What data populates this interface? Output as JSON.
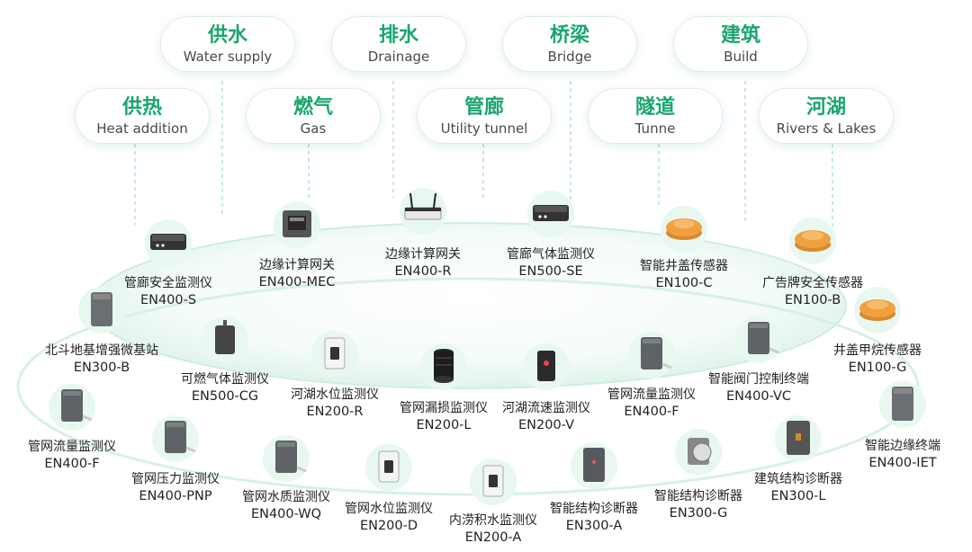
{
  "top_categories": [
    {
      "zh": "供水",
      "en": "Water supply"
    },
    {
      "zh": "排水",
      "en": "Drainage"
    },
    {
      "zh": "桥梁",
      "en": "Bridge"
    },
    {
      "zh": "建筑",
      "en": "Build"
    }
  ],
  "mid_categories": [
    {
      "zh": "供热",
      "en": "Heat addition"
    },
    {
      "zh": "燃气",
      "en": "Gas"
    },
    {
      "zh": "管廊",
      "en": "Utility tunnel"
    },
    {
      "zh": "隧道",
      "en": "Tunne"
    },
    {
      "zh": "河湖",
      "en": "Rivers & Lakes"
    }
  ],
  "devices": [
    {
      "name": "管廊安全监测仪",
      "model": "EN400-S",
      "icon": "gateway-box-icon"
    },
    {
      "name": "边缘计算网关",
      "model": "EN400-MEC",
      "icon": "gateway-cube-icon"
    },
    {
      "name": "边缘计算网关",
      "model": "EN400-R",
      "icon": "router-icon"
    },
    {
      "name": "管廊气体监测仪",
      "model": "EN500-SE",
      "icon": "gateway-box-icon"
    },
    {
      "name": "智能井盖传感器",
      "model": "EN100-C",
      "icon": "manhole-sensor-icon"
    },
    {
      "name": "广告牌安全传感器",
      "model": "EN100-B",
      "icon": "manhole-sensor-icon"
    },
    {
      "name": "北斗地基增强微基站",
      "model": "EN300-B",
      "icon": "station-icon"
    },
    {
      "name": "井盖甲烷传感器",
      "model": "EN100-G",
      "icon": "manhole-sensor-icon"
    },
    {
      "name": "可燃气体监测仪",
      "model": "EN500-CG",
      "icon": "gas-detector-icon"
    },
    {
      "name": "河湖水位监测仪",
      "model": "EN200-R",
      "icon": "water-level-icon"
    },
    {
      "name": "管网漏损监测仪",
      "model": "EN200-L",
      "icon": "leak-monitor-icon"
    },
    {
      "name": "河湖流速监测仪",
      "model": "EN200-V",
      "icon": "flow-velocity-icon"
    },
    {
      "name": "管网流量监测仪",
      "model": "EN400-F",
      "icon": "flow-meter-icon"
    },
    {
      "name": "智能阀门控制终端",
      "model": "EN400-VC",
      "icon": "valve-terminal-icon"
    },
    {
      "name": "管网流量监测仪",
      "model": "EN400-F",
      "icon": "flow-meter-icon"
    },
    {
      "name": "智能边缘终端",
      "model": "EN400-IET",
      "icon": "edge-terminal-icon"
    },
    {
      "name": "管网压力监测仪",
      "model": "EN400-PNP",
      "icon": "pressure-meter-icon"
    },
    {
      "name": "管网水质监测仪",
      "model": "EN400-WQ",
      "icon": "water-quality-icon"
    },
    {
      "name": "管网水位监测仪",
      "model": "EN200-D",
      "icon": "water-level-icon"
    },
    {
      "name": "内涝积水监测仪",
      "model": "EN200-A",
      "icon": "waterlogging-icon"
    },
    {
      "name": "智能结构诊断器",
      "model": "EN300-A",
      "icon": "structure-diagnosis-icon"
    },
    {
      "name": "智能结构诊断器",
      "model": "EN300-G",
      "icon": "structure-sensor-icon"
    },
    {
      "name": "建筑结构诊断器",
      "model": "EN300-L",
      "icon": "building-diagnosis-icon"
    }
  ],
  "colors": {
    "accent": "#1aa66e",
    "circle": "#e8f8f1",
    "text": "#222222",
    "dashed_line": "#9fdcc2",
    "sensor_orange": "#f0a040"
  }
}
